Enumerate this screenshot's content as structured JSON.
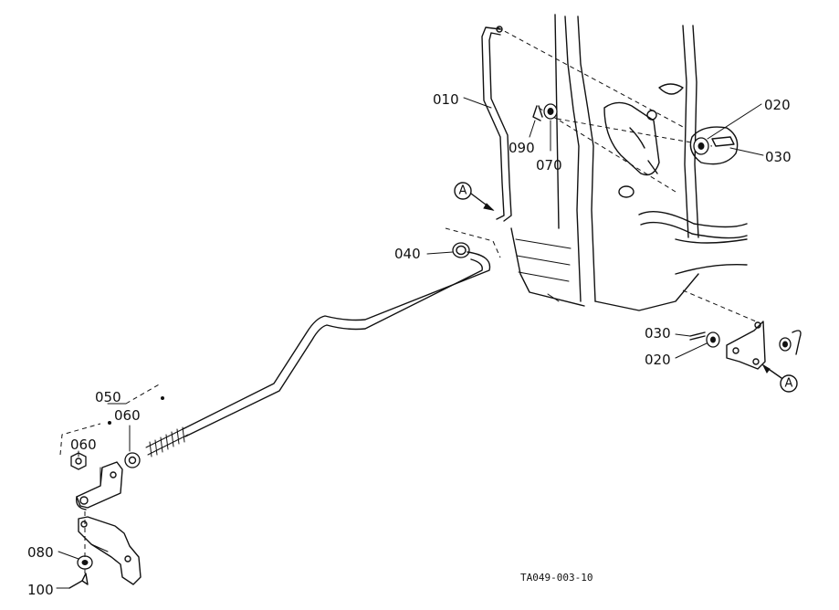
{
  "labels": {
    "p010": "010",
    "p020a": "020",
    "p030a": "030",
    "p090": "090",
    "p070": "070",
    "p040": "040",
    "p030b": "030",
    "p020b": "020",
    "p050": "050",
    "p060a": "060",
    "p060b": "060",
    "p080": "080",
    "p100": "100"
  },
  "callouts": {
    "a1": "A",
    "a2": "A"
  },
  "drawing_code": "TA049-003-10"
}
